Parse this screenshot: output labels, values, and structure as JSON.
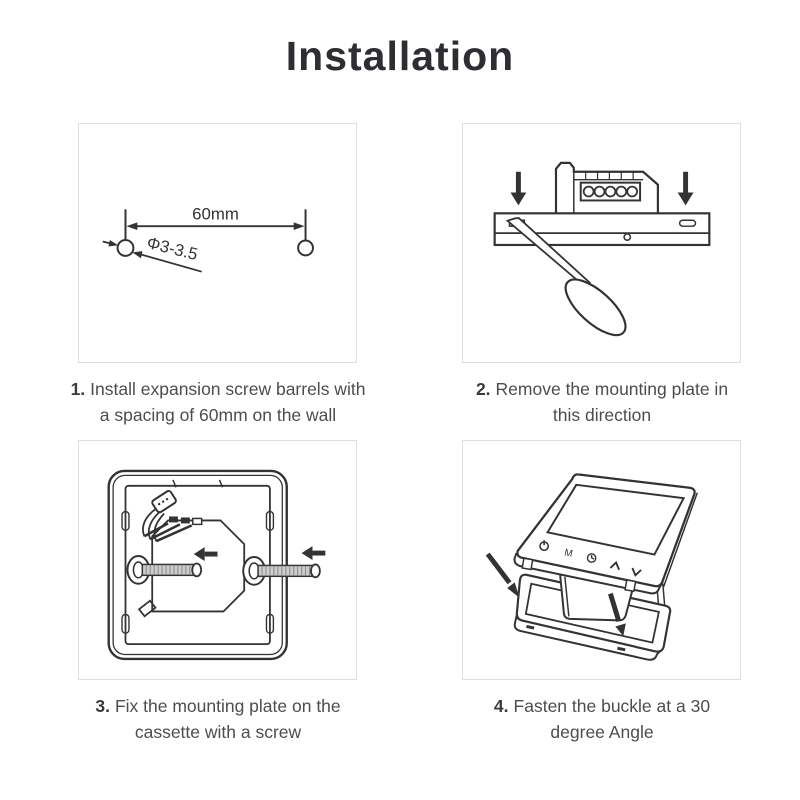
{
  "page": {
    "title": "Installation"
  },
  "colors": {
    "title_text": "#2d2d32",
    "caption_text": "#4d4d4d",
    "line_art": "#333333",
    "panel_border": "#dedede",
    "screw_thread_fill": "#cccccc"
  },
  "steps": [
    {
      "number": "1.",
      "caption_line1": "Install expansion screw barrels with",
      "caption_line2": "a spacing of 60mm on the wall",
      "diagram": "wall-drill-holes-spacing",
      "labels": {
        "spacing": "60mm",
        "hole_diameter": "Φ3-3.5"
      }
    },
    {
      "number": "2.",
      "caption_line1": "Remove the mounting plate in",
      "caption_line2": "this direction",
      "diagram": "screwdriver-pry-mounting-plate"
    },
    {
      "number": "3.",
      "caption_line1": "Fix the mounting plate on the",
      "caption_line2": "cassette with a screw",
      "diagram": "mounting-plate-with-screws"
    },
    {
      "number": "4.",
      "caption_line1": "Fasten the buckle at a 30",
      "caption_line2": "degree Angle",
      "diagram": "thermostat-fasten-buckle-angle",
      "device_buttons": {
        "mode_label": "M"
      }
    }
  ]
}
